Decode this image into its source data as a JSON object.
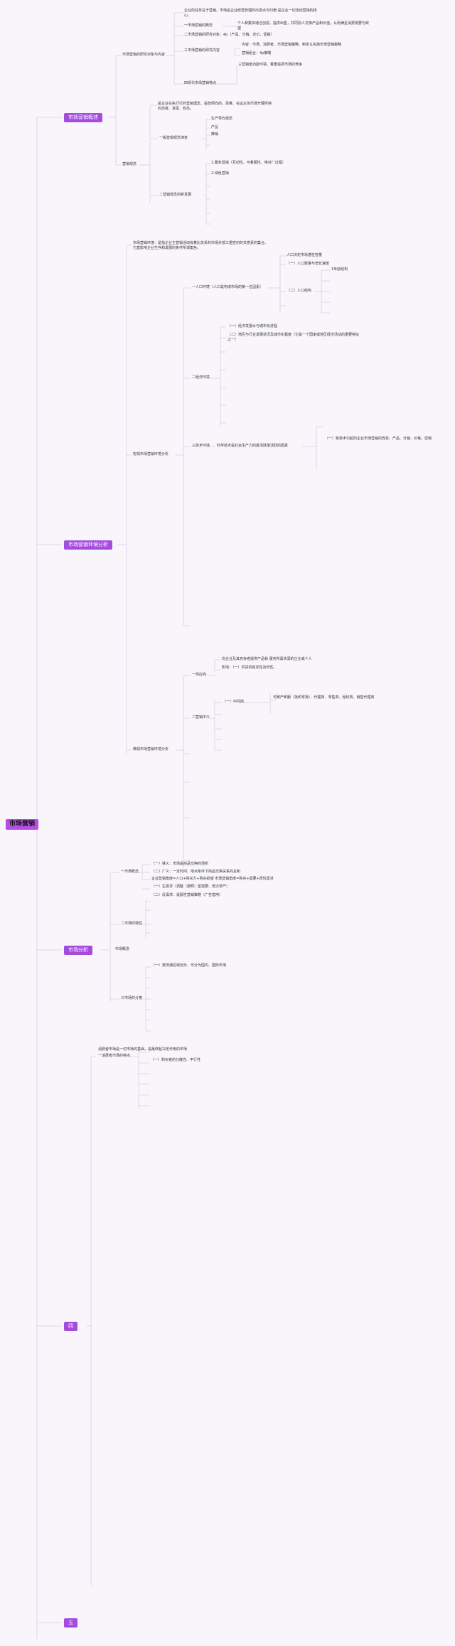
{
  "colors": {
    "accent": "#a64bdf",
    "line": "#d8cce3",
    "text": "#333333"
  },
  "root": "市场营销",
  "b1": {
    "label": "市场营销概述",
    "s1": {
      "label": "市场营销的研究对象与内容",
      "def": "企业的任务在于营销。市场是企业经营管理的出发点与归宿 是企业一切活动营销的核心。",
      "concept": "一市场营销的概念",
      "concept_note": "个人和集体通过创造、提供出售，并同别人交换产品和价值，从而满足消费需要与欲望",
      "object": "二市场营销的研究对象：4p（产品、分销、定价、促销）",
      "content": "三市场营销的研究内容",
      "content_i": "内容：市场、消费者、市场营销策略、制定认实施市场营销策略",
      "content_ii": "营销组合：4p策略",
      "new": "四现代市场营销特点",
      "new_i": "三营销值功能环境、着重强调市场的竞争"
    },
    "s2": {
      "label": "营销观念",
      "def": "是企业在执行行的营销理念、是张倾向的、思维、在运主体市场开展所持的态度、意思、有态。",
      "one": "一般营销观念演变",
      "one_items": [
        "生产导向观念",
        "产品",
        "推销"
      ],
      "two": "二营销观念的新发展",
      "two_items": [
        "1.服务营销（互动性、可着服性、绝对厂过程）",
        "2.绿色营销"
      ]
    }
  },
  "b2": {
    "label": "市场营销环境分析",
    "def": "市场营销环境：是指企业主营销活动有着比关系的市场外部工重密切的关意素的集合。它直影响企业生存和发展的条件所谓角色。",
    "macro": {
      "label": "宏观市场营销环境分析",
      "pop": "一人口环境（人口是构成市场的第一位因素）",
      "pop_a": "人口决定市场潜在容量",
      "pop_b": "（一）人口数量与增长速度",
      "pop_c": "（二）人口结构",
      "pop_c1": "1年龄结构",
      "econ": "二经济环境",
      "econ_a": "（一）经济发展水与城市化进程",
      "econ_b": "（二）地区与行业发展状况及城市化程度（它是一个国家或地区经济活动的重要特征之一）",
      "tech": "三技术环境",
      "tech_a": "科学技术是社会生产力的最活跃最活跃的因素",
      "tech_b": "（一）新技术引起的企业市场营销的改变，产品、分销、价格、促销"
    },
    "micro": {
      "label": "微观市场营销环境分析",
      "supply": "一供应商",
      "supply_a": "向企业及其竞争者提供产品和 服务所需资源的企业或个人",
      "supply_b": "影响：（一）供货的稳定性及时性。",
      "mid": "二营销中介",
      "mid_a": "（一）中间商",
      "mid_b": "可致产和服（批和零批）、代理商、零售商、经纪商、销售代理商"
    }
  },
  "b3": {
    "label": "市场分析",
    "s1": {
      "label": "市场概念",
      "def": "一市场概念",
      "def_a": "（一）狭义：市场是商品交换的场所",
      "def_b": "（二）广义：一定时间、地点条件下商品交换关系的总和",
      "def_c": "企业营销角度=人口+购买力+购买欲望 市场营销角度=购买+需要+愿性需求",
      "type": "二市场的特性",
      "type_a": "（一）生需求（调整（按照）型需要、低次单产）",
      "type_b": "（二）反需求：是服性营销策略（广告营用）",
      "cls": "三市场的分类",
      "cls_a": "（一）按流通区域划分，可分为国内、国际市场"
    }
  },
  "b4": {
    "label": "四",
    "a": "一消费者市场的特点",
    "a_def": "消费者市场是一切市场的基础，是最终起决定作用的市场",
    "a1": "（一）购买者的分散性、丰行性"
  },
  "b5": {
    "label": "五"
  }
}
